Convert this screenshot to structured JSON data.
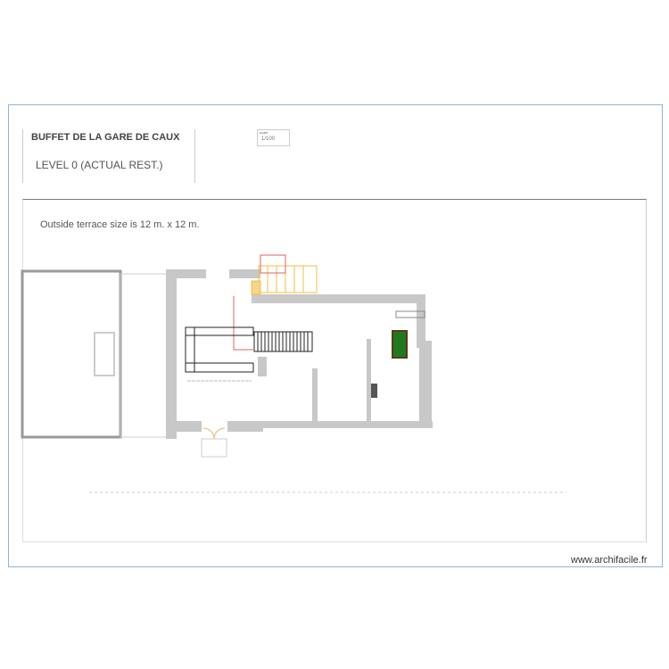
{
  "title": "BUFFET DE LA GARE DE CAUX",
  "subtitle": "LEVEL 0 (ACTUAL REST.)",
  "scale_caption": "scale",
  "scale": "1/100",
  "note": "Outside terrace size is 12 m. x 12 m.",
  "credit": "www.archifacile.fr",
  "colors": {
    "wall": "#c8c8c8",
    "billiard": "#1f7a1f",
    "stairs": "#f0c040",
    "door": "#e06060",
    "frame": "#8fb4d6"
  }
}
